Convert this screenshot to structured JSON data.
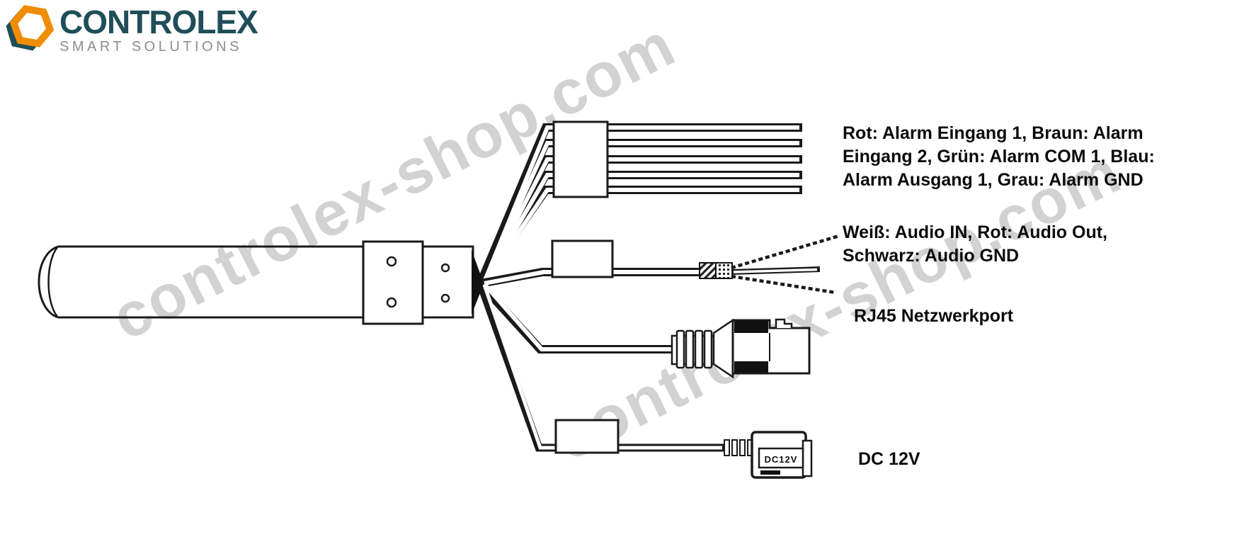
{
  "brand": {
    "name": "CONTROLEX",
    "tagline": "SMART SOLUTIONS"
  },
  "watermark": {
    "text": "controlex-shop.com"
  },
  "labels": {
    "alarm": "Rot: Alarm Eingang 1, Braun: Alarm\nEingang 2, Grün: Alarm COM 1, Blau:\nAlarm Ausgang 1, Grau: Alarm GND",
    "audio": "Weiß: Audio IN, Rot: Audio Out,\nSchwarz: Audio GND",
    "rj45": "RJ45 Netzwerkport",
    "dc": "DC 12V"
  },
  "diagram": {
    "dc_plug_marking": "DC12V",
    "alarm_wire_count": 5,
    "audio_wire_count": 3
  },
  "colors": {
    "brand_teal": "#1f4e59",
    "brand_orange": "#f08c00",
    "tagline_gray": "#8d8d8d",
    "watermark_gray": "#d2d2d2",
    "line_black": "#1a1a1a"
  }
}
